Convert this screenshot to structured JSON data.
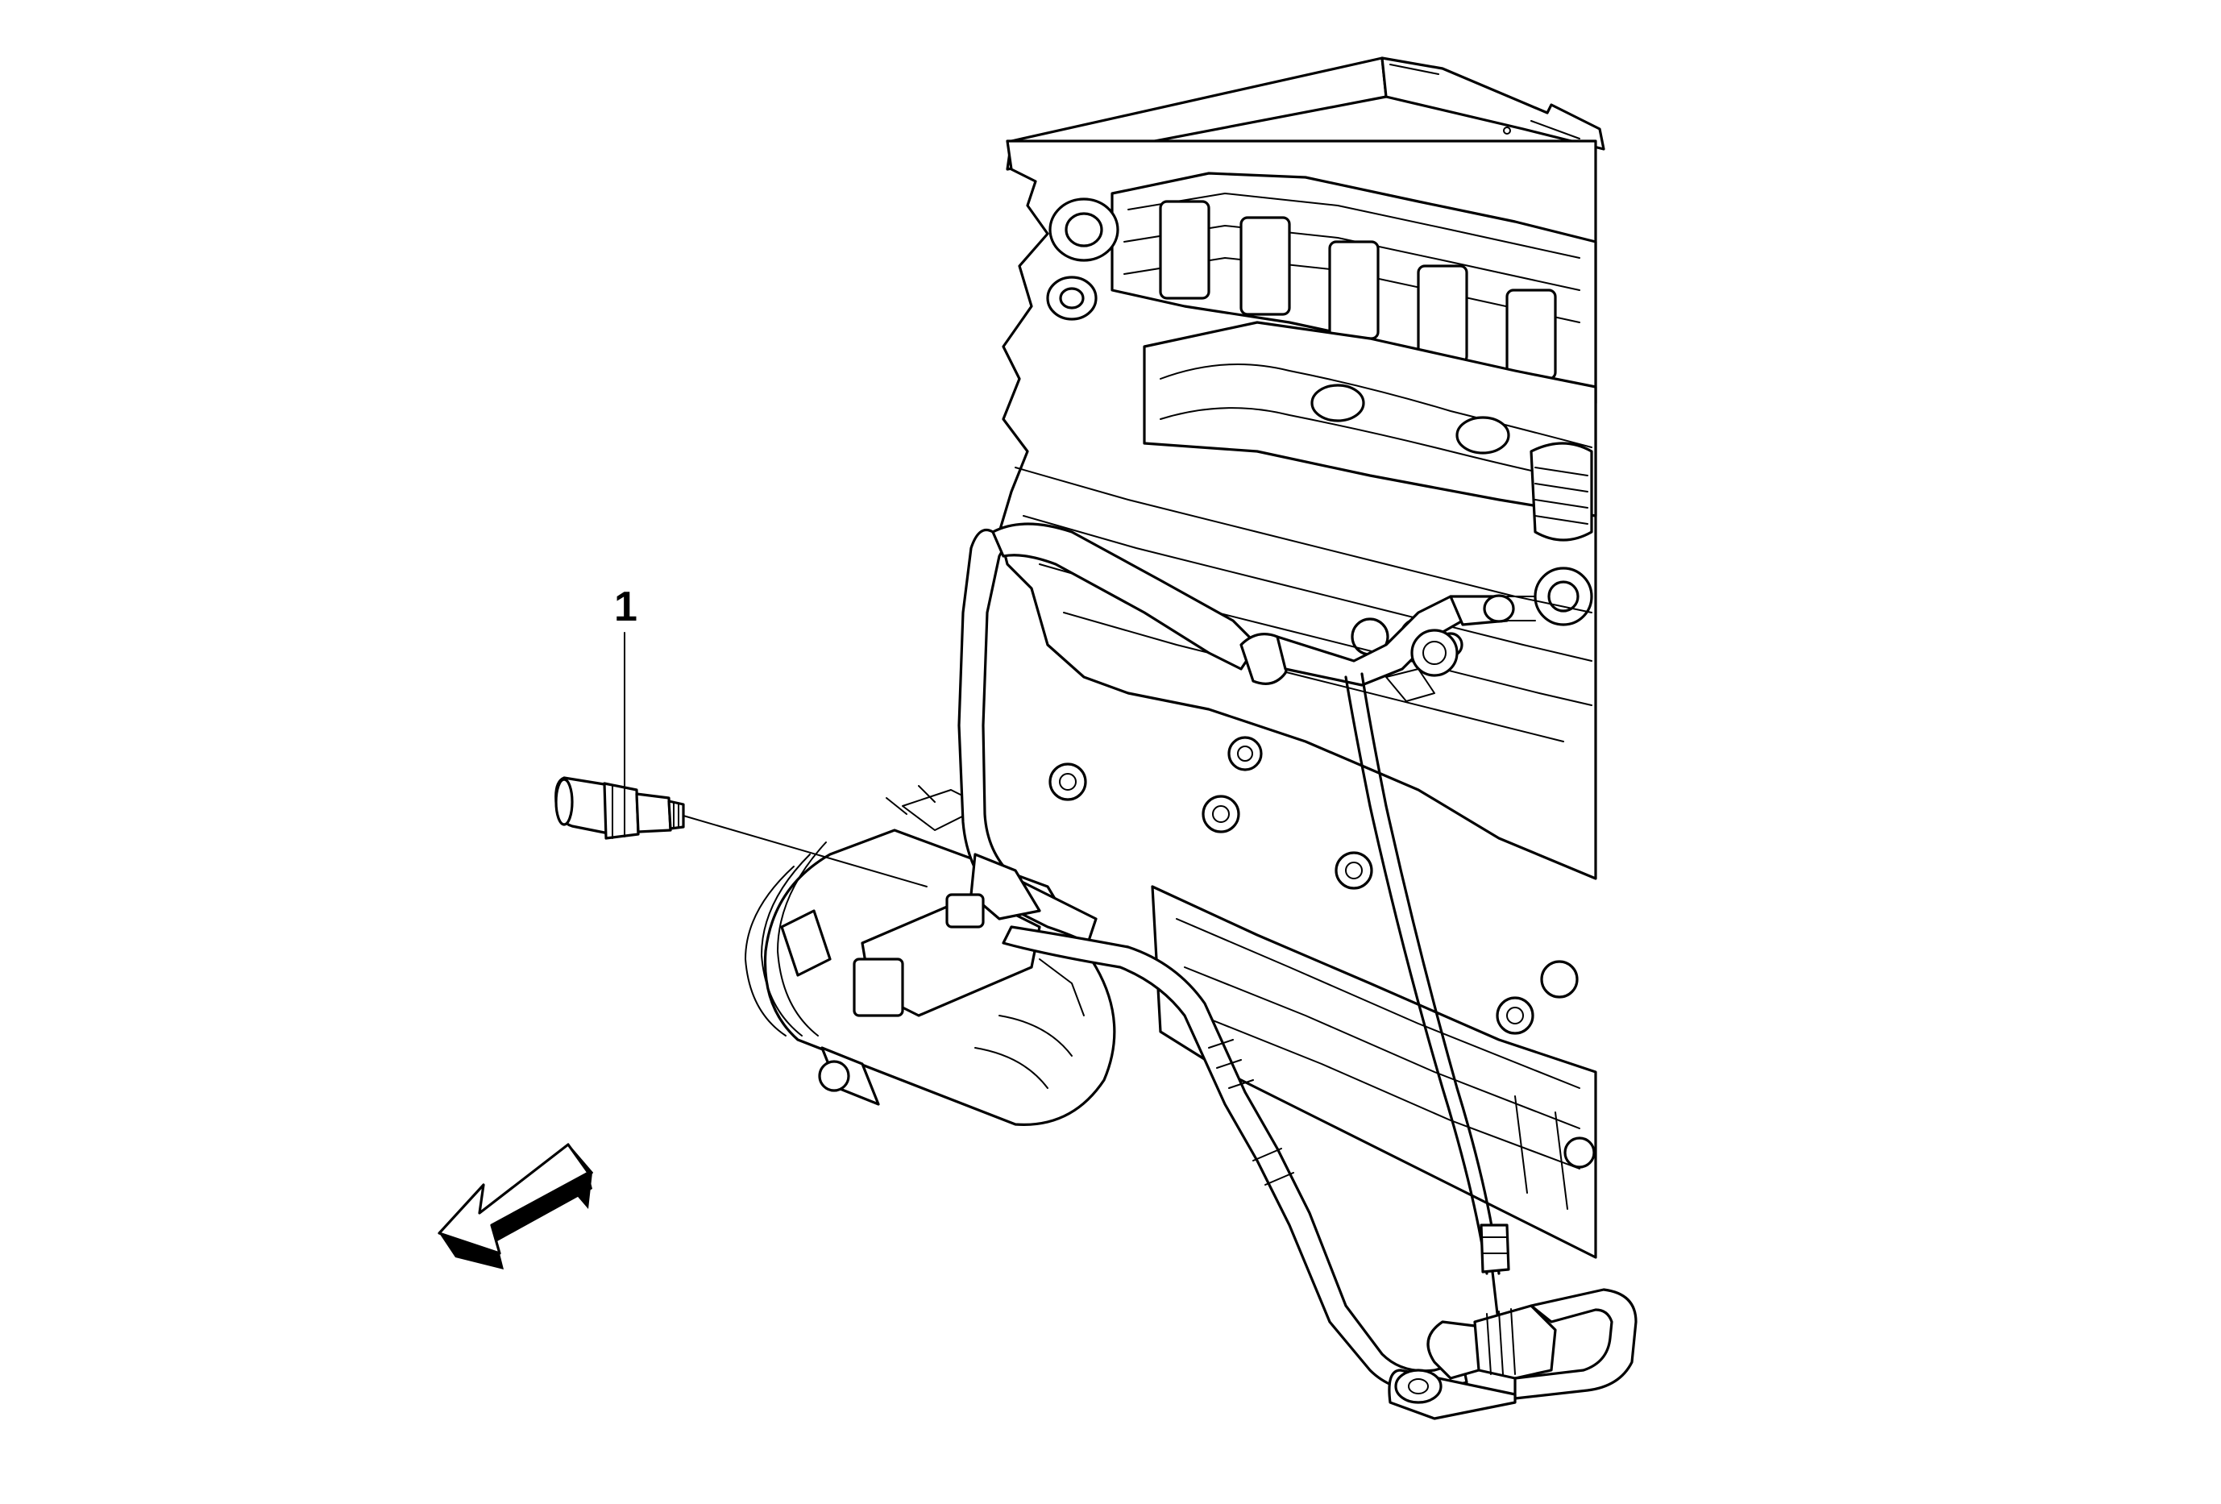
{
  "diagram": {
    "callouts": [
      {
        "id": "1",
        "label": "1"
      }
    ],
    "parts": [
      "sensor",
      "engine-block",
      "intake-manifold",
      "cylinder-head-cover",
      "oil-filter-housing",
      "front-pipe",
      "rear-pipe",
      "dipstick-tube",
      "direction-arrow"
    ],
    "colors": {
      "line": "#000000",
      "background": "#ffffff",
      "fill": "#ffffff"
    }
  }
}
